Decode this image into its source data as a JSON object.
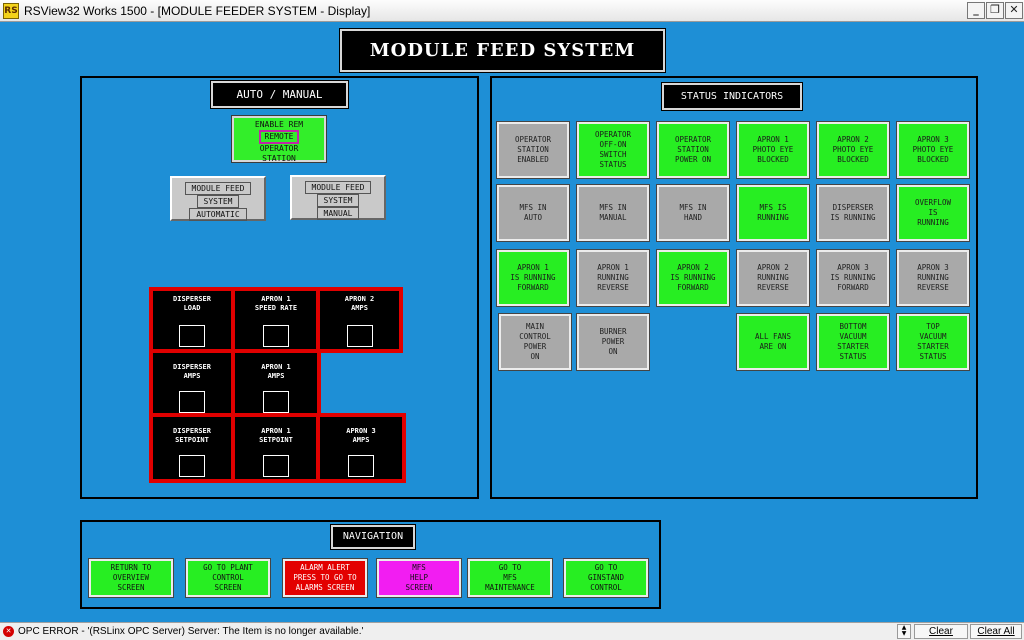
{
  "window": {
    "title": "RSView32 Works 1500 - [MODULE FEEDER SYSTEM - Display]",
    "app_icon": "rsview-icon",
    "min_glyph": "_",
    "restore_glyph": "❐",
    "close_glyph": "✕"
  },
  "header": {
    "title": "MODULE FEED SYSTEM"
  },
  "auto_manual": {
    "label": "AUTO / MANUAL",
    "enable_remote": {
      "line1": "ENABLE REM",
      "line2": "REMOTE",
      "line3": "OPERATOR",
      "line4": "STATION"
    },
    "auto_button": {
      "line1": "MODULE FEED",
      "line2": "SYSTEM",
      "line3": "AUTOMATIC"
    },
    "manual_button": {
      "line1": "MODULE FEED",
      "line2": "SYSTEM",
      "line3": "MANUAL"
    },
    "gauges": [
      {
        "label": "DISPERSER\nLOAD"
      },
      {
        "label": "APRON 1\nSPEED RATE"
      },
      {
        "label": "APRON 2\nAMPS"
      },
      {
        "label": "DISPERSER\nAMPS"
      },
      {
        "label": "APRON 1\nAMPS"
      },
      {
        "label": "DISPERSER\nSETPOINT"
      },
      {
        "label": "APRON 1\nSETPOINT"
      },
      {
        "label": "APRON 3\nAMPS"
      }
    ]
  },
  "status": {
    "label": "STATUS INDICATORS",
    "indicators": [
      {
        "text": "OPERATOR\nSTATION\nENABLED",
        "state": "gray"
      },
      {
        "text": "OPERATOR\nOFF-ON\nSWITCH\nSTATUS",
        "state": "green"
      },
      {
        "text": "OPERATOR\nSTATION\nPOWER ON",
        "state": "green"
      },
      {
        "text": "APRON 1\nPHOTO EYE\nBLOCKED",
        "state": "green"
      },
      {
        "text": "APRON 2\nPHOTO EYE\nBLOCKED",
        "state": "green"
      },
      {
        "text": "APRON 3\nPHOTO EYE\nBLOCKED",
        "state": "green"
      },
      {
        "text": "MFS IN\nAUTO",
        "state": "gray"
      },
      {
        "text": "MFS IN\nMANUAL",
        "state": "gray"
      },
      {
        "text": "MFS IN\nHAND",
        "state": "gray"
      },
      {
        "text": "MFS IS\nRUNNING",
        "state": "green"
      },
      {
        "text": "DISPERSER\nIS RUNNING",
        "state": "gray"
      },
      {
        "text": "OVERFLOW\nIS\nRUNNING",
        "state": "green"
      },
      {
        "text": "APRON 1\nIS RUNNING\nFORWARD",
        "state": "green"
      },
      {
        "text": "APRON 1\nRUNNING\nREVERSE",
        "state": "gray"
      },
      {
        "text": "APRON 2\nIS RUNNING\nFORWARD",
        "state": "green"
      },
      {
        "text": "APRON 2\nRUNNING\nREVERSE",
        "state": "gray"
      },
      {
        "text": "APRON 3\nIS RUNNING\nFORWARD",
        "state": "gray"
      },
      {
        "text": "APRON 3\nRUNNING\nREVERSE",
        "state": "gray"
      },
      {
        "text": "MAIN\nCONTROL\nPOWER\nON",
        "state": "gray"
      },
      {
        "text": "BURNER\nPOWER\nON",
        "state": "gray"
      },
      {
        "text": "ALL FANS\nARE ON",
        "state": "green"
      },
      {
        "text": "BOTTOM\nVACUUM\nSTARTER\nSTATUS",
        "state": "green"
      },
      {
        "text": "TOP\nVACUUM\nSTARTER\nSTATUS",
        "state": "green"
      }
    ]
  },
  "navigation": {
    "label": "NAVIGATION",
    "buttons": [
      {
        "text": "RETURN TO\nOVERVIEW\nSCREEN",
        "color": "#27ee22"
      },
      {
        "text": "GO TO PLANT\nCONTROL\nSCREEN",
        "color": "#27ee22"
      },
      {
        "text": "ALARM ALERT\nPRESS TO GO TO\nALARMS SCREEN",
        "color": "#e30000"
      },
      {
        "text": "MFS\nHELP\nSCREEN",
        "color": "#f21df2"
      },
      {
        "text": "GO TO\nMFS\nMAINTENANCE",
        "color": "#27ee22"
      },
      {
        "text": "GO TO\nGINSTAND\nCONTROL",
        "color": "#27ee22"
      }
    ]
  },
  "statusbar": {
    "error_text": "OPC ERROR -  '(RSLinx OPC Server) Server: The Item is no longer available.'",
    "clear_label": "Clear",
    "clear_all_label": "Clear All"
  },
  "colors": {
    "background": "#1e8fd6",
    "green": "#27ee22",
    "gray": "#a9a9a9",
    "alarm": "#e30000",
    "help": "#f21df2"
  }
}
